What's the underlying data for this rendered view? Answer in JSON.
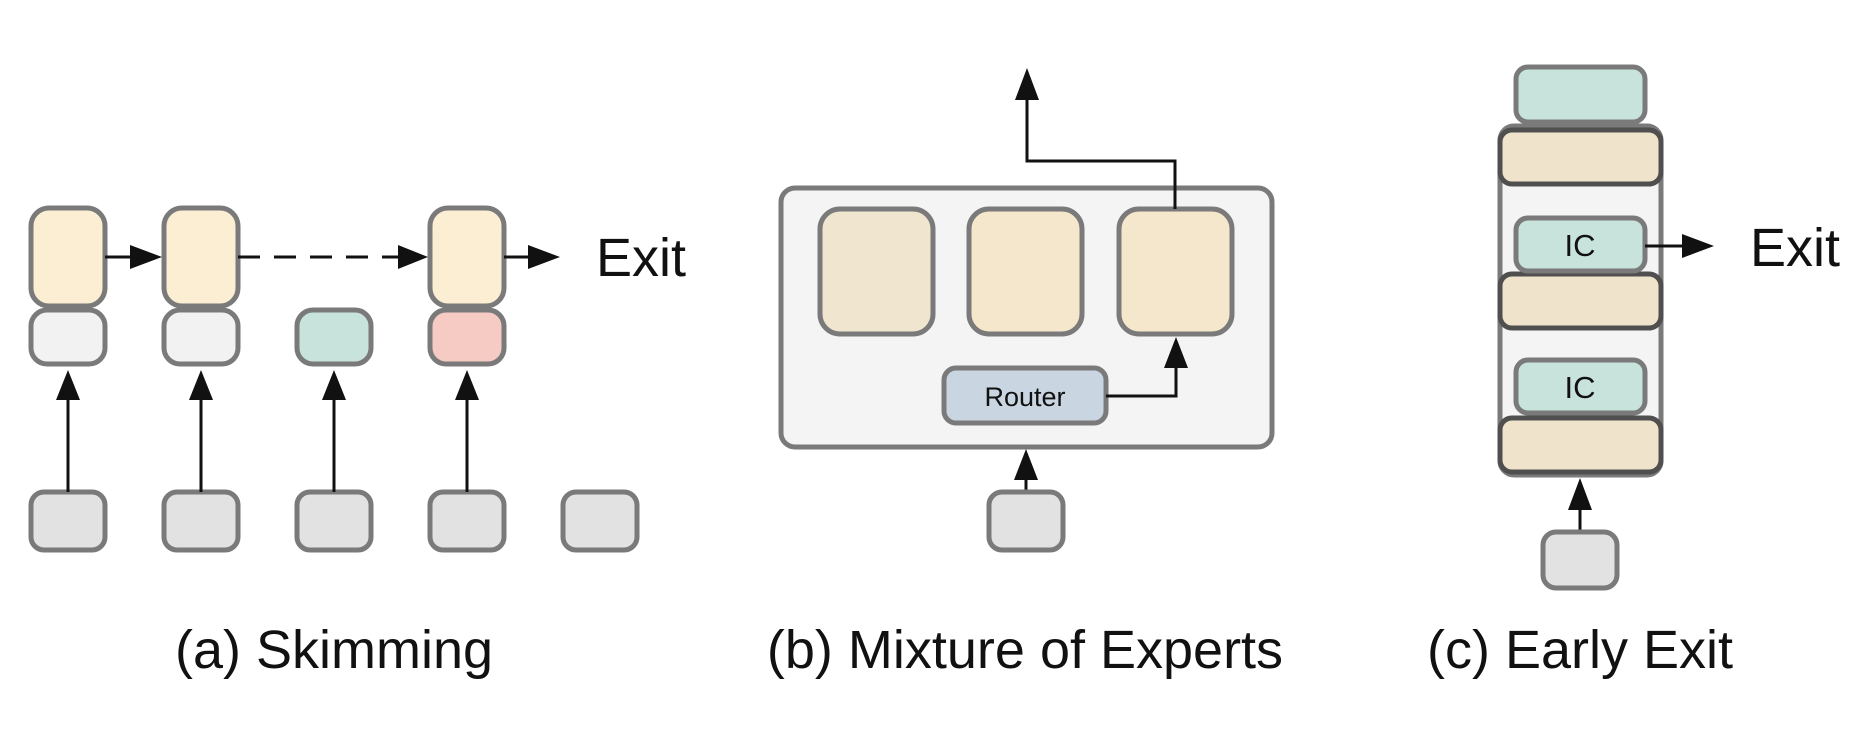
{
  "colors": {
    "token_gray": "#e2e2e2",
    "cream": "#fbeed2",
    "light_gray": "#f3f2f2",
    "mint": "#c8e2dc",
    "pink": "#f6cbc4",
    "panel": "#f4f4f4",
    "expert": "#f5e7cb",
    "router": "#c9d6e1",
    "layer": "#efe4cb",
    "outline": "#7a7a7a"
  },
  "panel_a": {
    "exit_label": "Exit",
    "caption": "(a) Skimming"
  },
  "panel_b": {
    "router_label": "Router",
    "caption": "(b) Mixture of Experts"
  },
  "panel_c": {
    "ic_top_label": "IC",
    "ic_bottom_label": "IC",
    "exit_label": "Exit",
    "caption": "(c) Early Exit"
  }
}
